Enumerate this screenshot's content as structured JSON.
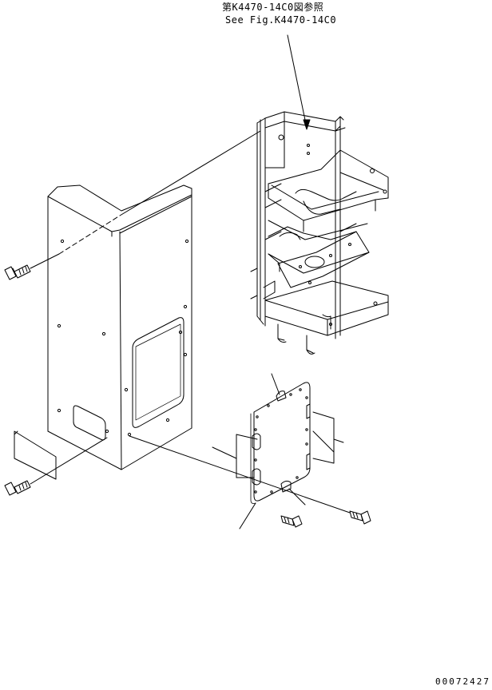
{
  "reference": {
    "japanese": "第K4470-14C0図参照",
    "english": "See Fig.K4470-14C0"
  },
  "drawing_number": "00072427",
  "colors": {
    "line": "#000000",
    "background": "#ffffff"
  }
}
